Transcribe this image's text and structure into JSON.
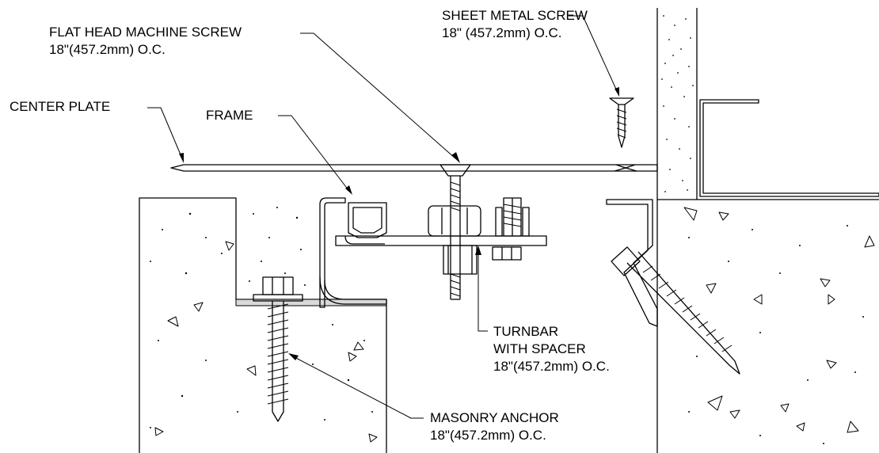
{
  "colors": {
    "line": "#000000",
    "background": "#ffffff",
    "filler": "#d9d9d9"
  },
  "callouts": {
    "flat_head_machine_screw": {
      "title": "FLAT HEAD MACHINE SCREW",
      "spacing": "18\"(457.2mm) O.C."
    },
    "sheet_metal_screw": {
      "title": "SHEET METAL SCREW",
      "spacing": "18\" (457.2mm) O.C."
    },
    "center_plate": {
      "title": "CENTER PLATE"
    },
    "frame": {
      "title": "FRAME"
    },
    "turnbar": {
      "title": "TURNBAR",
      "subtitle": "WITH SPACER",
      "spacing": "18\"(457.2mm) O.C."
    },
    "masonry_anchor": {
      "title": "MASONRY ANCHOR",
      "spacing": "18\"(457.2mm) O.C."
    }
  }
}
